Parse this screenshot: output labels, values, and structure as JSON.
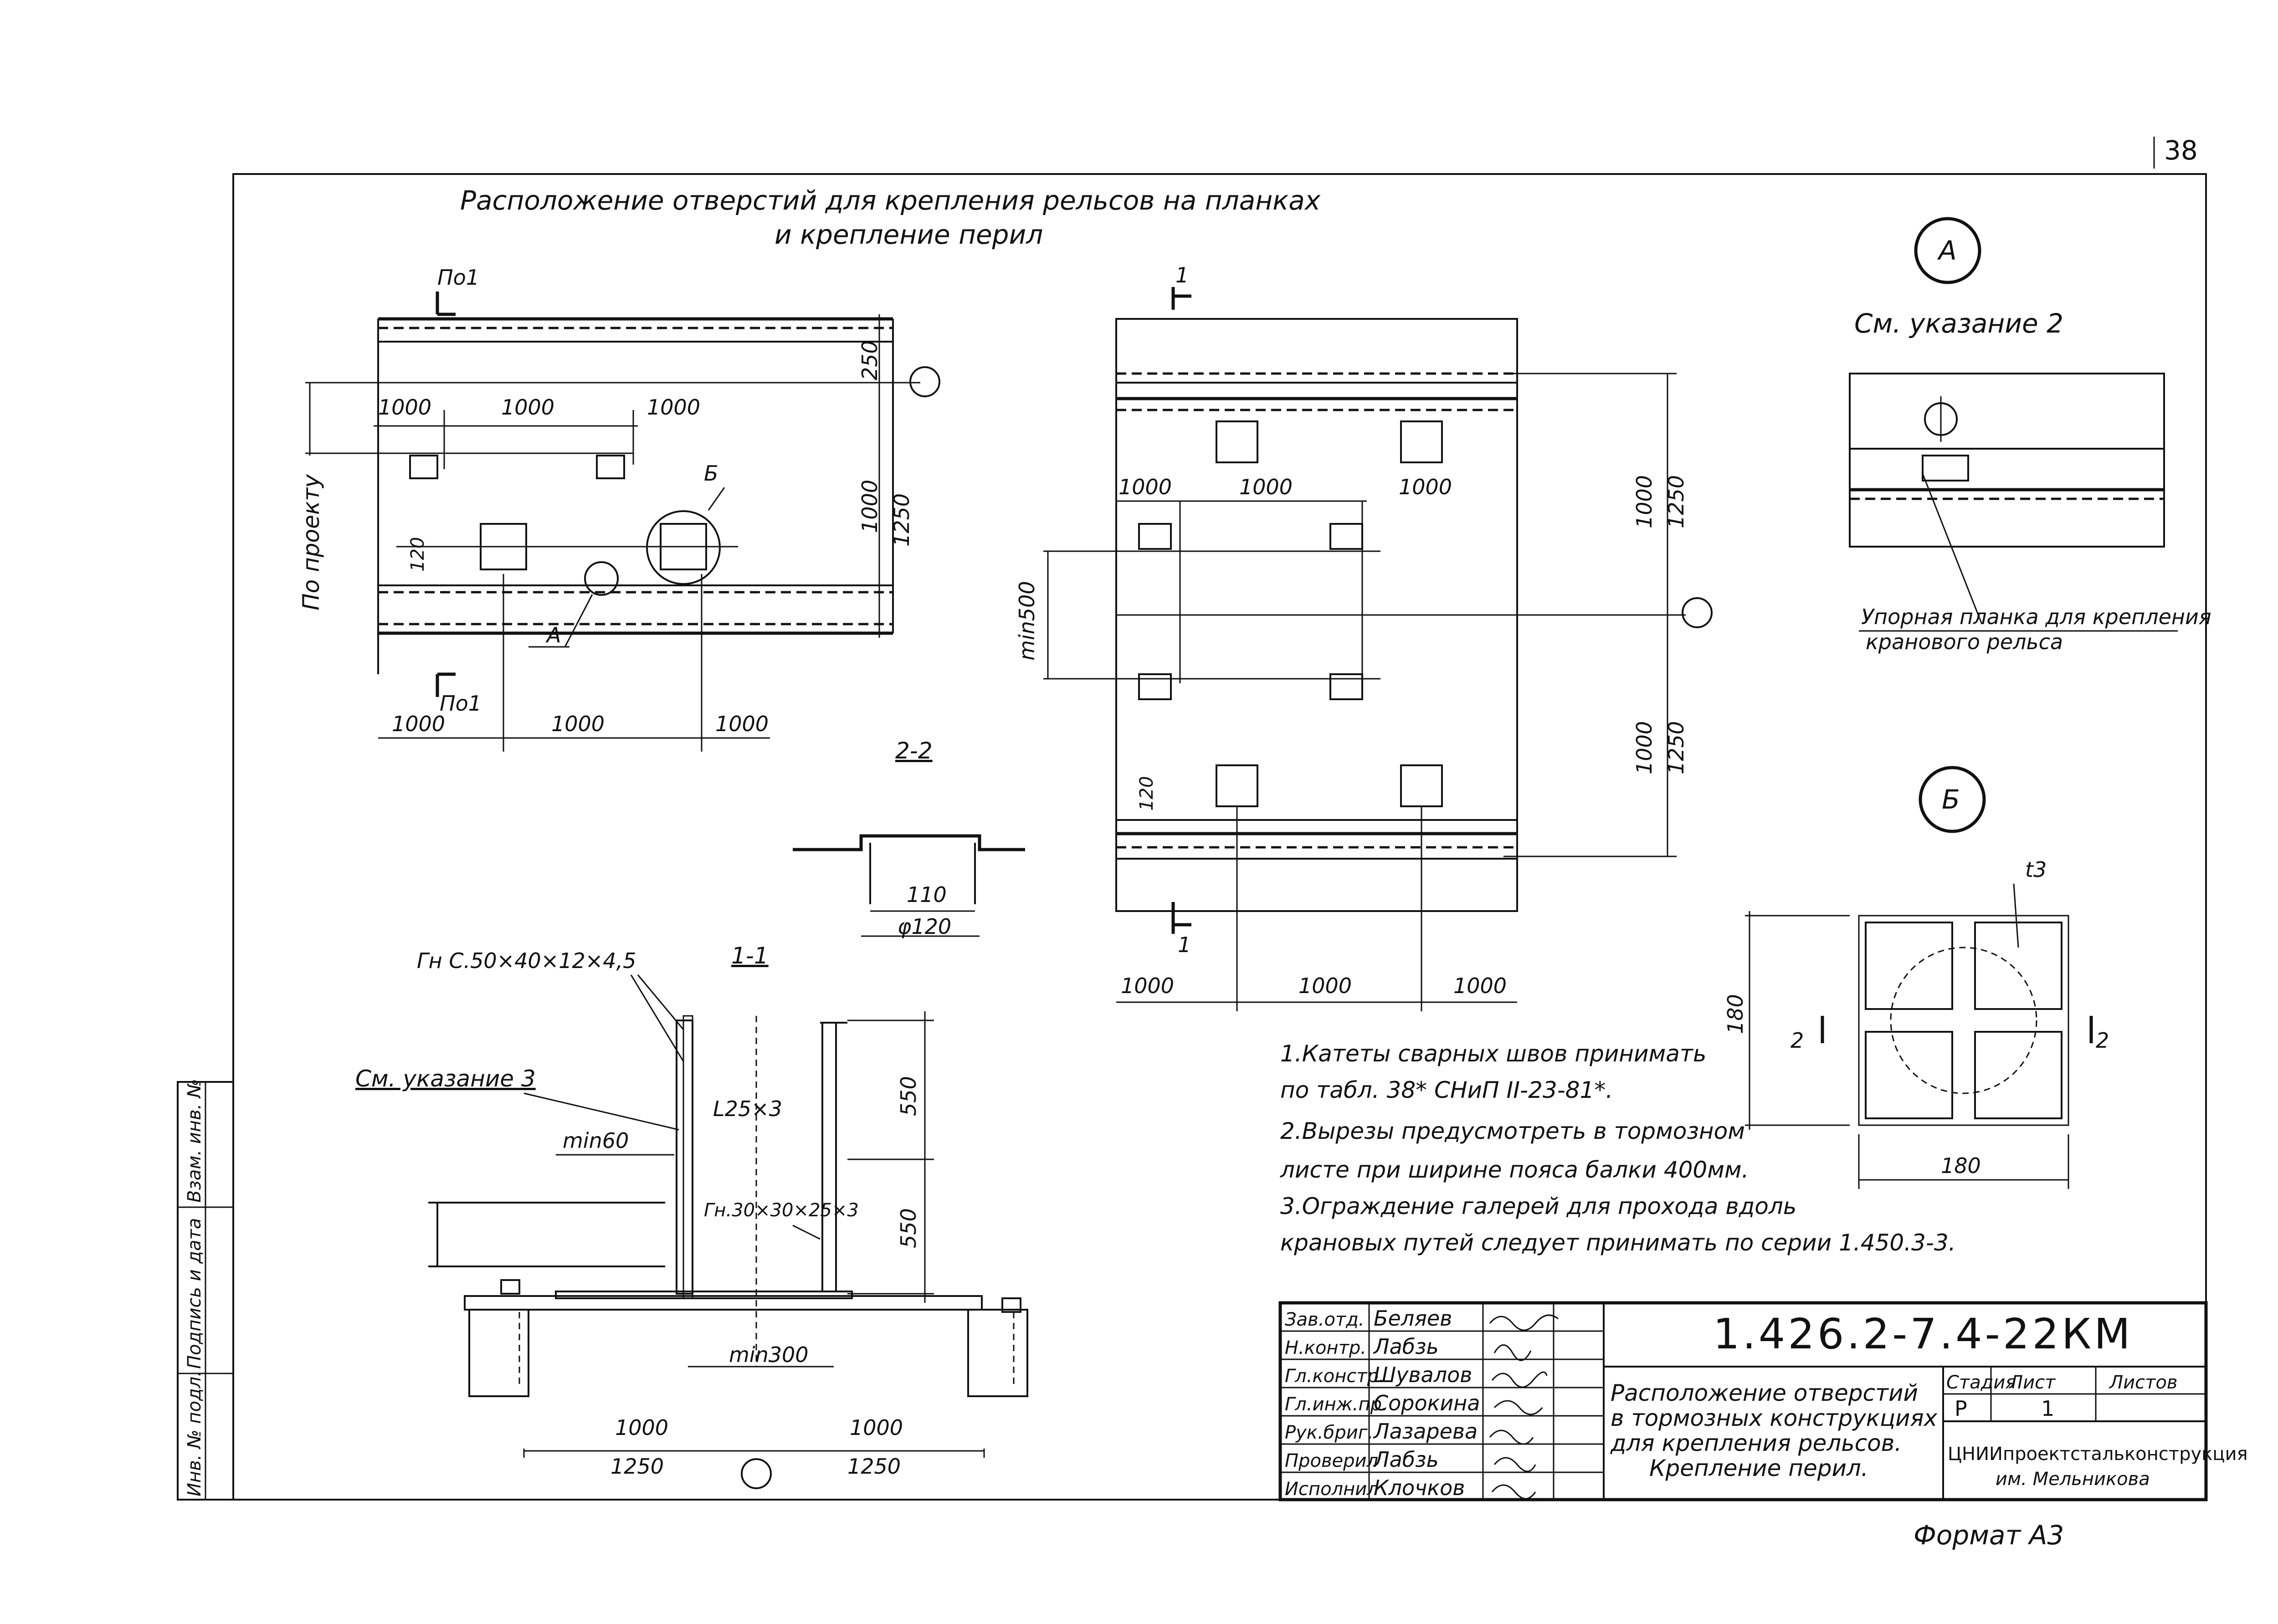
{
  "sheet": {
    "page_number": "38",
    "format_label": "Формат А3",
    "main_title_line1": "Расположение отверстий для крепления рельсов на планках",
    "main_title_line2": "и крепление перил"
  },
  "views": {
    "plan_left": {
      "section_mark_top": "По1",
      "section_mark_bottom": "По1",
      "side_label": "По проекту",
      "dim_250": "250",
      "dim_1000": "1000",
      "dim_1250": "1250",
      "dim_120": "120",
      "top_dims": [
        "1000",
        "1000",
        "1000"
      ],
      "bottom_dims": [
        "1000",
        "1000",
        "1000"
      ],
      "callout_a": "А",
      "callout_b": "Б"
    },
    "plan_right": {
      "section_mark_top": "1",
      "section_mark_bottom": "1",
      "dims_upper": [
        "1000",
        "1250"
      ],
      "dims_lower": [
        "1000",
        "1250"
      ],
      "row_dims": [
        "1000",
        "1000",
        "1000"
      ],
      "bottom_dims": [
        "1000",
        "1000",
        "1000"
      ],
      "min_label": "min500",
      "dim_120": "120"
    },
    "section_22": {
      "label": "2-2",
      "dim_110": "110",
      "dim_phi120": "φ120"
    },
    "section_11": {
      "label": "1-1",
      "profile_label": "Гн С.50×40×12×4,5",
      "see_note": "См. указание 3",
      "angle_label": "L25×3",
      "channel_label": "Гн.30×30×25×3",
      "min60": "min60",
      "min300": "min300",
      "dim_550_top": "550",
      "dim_550_bottom": "550",
      "dims_1000": [
        "1000",
        "1000"
      ],
      "dims_1250": [
        "1250",
        "1250"
      ]
    },
    "detail_a": {
      "callout": "А",
      "see_note": "См. указание 2",
      "caption_line1": "Упорная планка для крепления",
      "caption_line2": "кранового рельса"
    },
    "detail_b": {
      "callout": "Б",
      "thickness": "t3",
      "dim_180_h": "180",
      "dim_180_v": "180",
      "sec_left": "2",
      "sec_right": "2"
    }
  },
  "notes": [
    "1.Катеты сварных швов принимать",
    "по табл. 38* СНиП II-23-81*.",
    "2.Вырезы предусмотреть в тормозном",
    "листе при ширине пояса балки 400мм.",
    "3.Ограждение галерей для прохода вдоль",
    "крановых путей следует принимать по серии 1.450.3-3."
  ],
  "stamp": {
    "code": "1.426.2-7.4-22КМ",
    "title_lines": [
      "Расположение отверстий",
      "в тормозных конструкциях",
      "для крепления рельсов.",
      "Крепление перил."
    ],
    "roles": [
      {
        "role": "Зав.отд.",
        "name": "Беляев"
      },
      {
        "role": "Н.контр.",
        "name": "Лабзь"
      },
      {
        "role": "Гл.констр.",
        "name": "Шувалов"
      },
      {
        "role": "Гл.инж.пр.",
        "name": "Сорокина"
      },
      {
        "role": "Рук.бриг.",
        "name": "Лазарева"
      },
      {
        "role": "Проверил",
        "name": "Лабзь"
      },
      {
        "role": "Исполнил",
        "name": "Клочков"
      }
    ],
    "stage_header": "Стадия",
    "sheet_header": "Лист",
    "sheets_header": "Листов",
    "stage_value": "Р",
    "sheet_value": "1",
    "org_line1": "ЦНИИпроектстальконструкция",
    "org_line2": "им. Мельникова"
  },
  "side_strip": [
    "Инв. № подл.",
    "Подпись и дата",
    "Взам. инв. №"
  ]
}
